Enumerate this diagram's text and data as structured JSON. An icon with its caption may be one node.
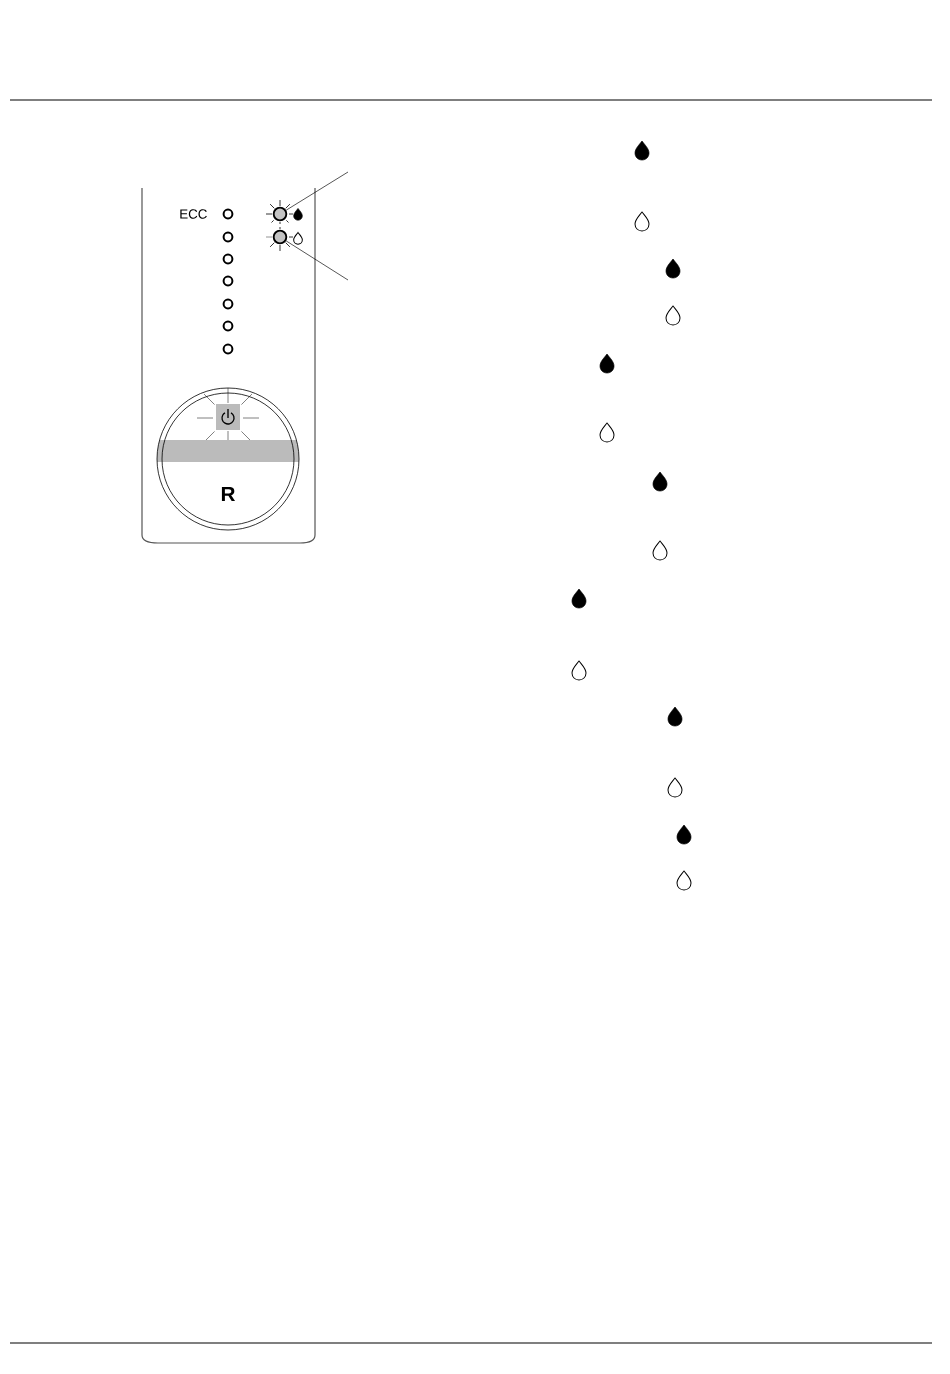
{
  "diagram": {
    "nodes": [
      {
        "text": [
          "R"
        ]
      },
      {
        "text": [],
        "shape": "circle"
      },
      {
        "text": [],
        "shape": "circle"
      }
    ],
    "edges": [
      {
        "from": null,
        "to": 1,
        "arrow": "none"
      },
      {
        "from": null,
        "to": 2,
        "arrow": "none"
      }
    ],
    "labels": [
      "ECC"
    ]
  }
}
